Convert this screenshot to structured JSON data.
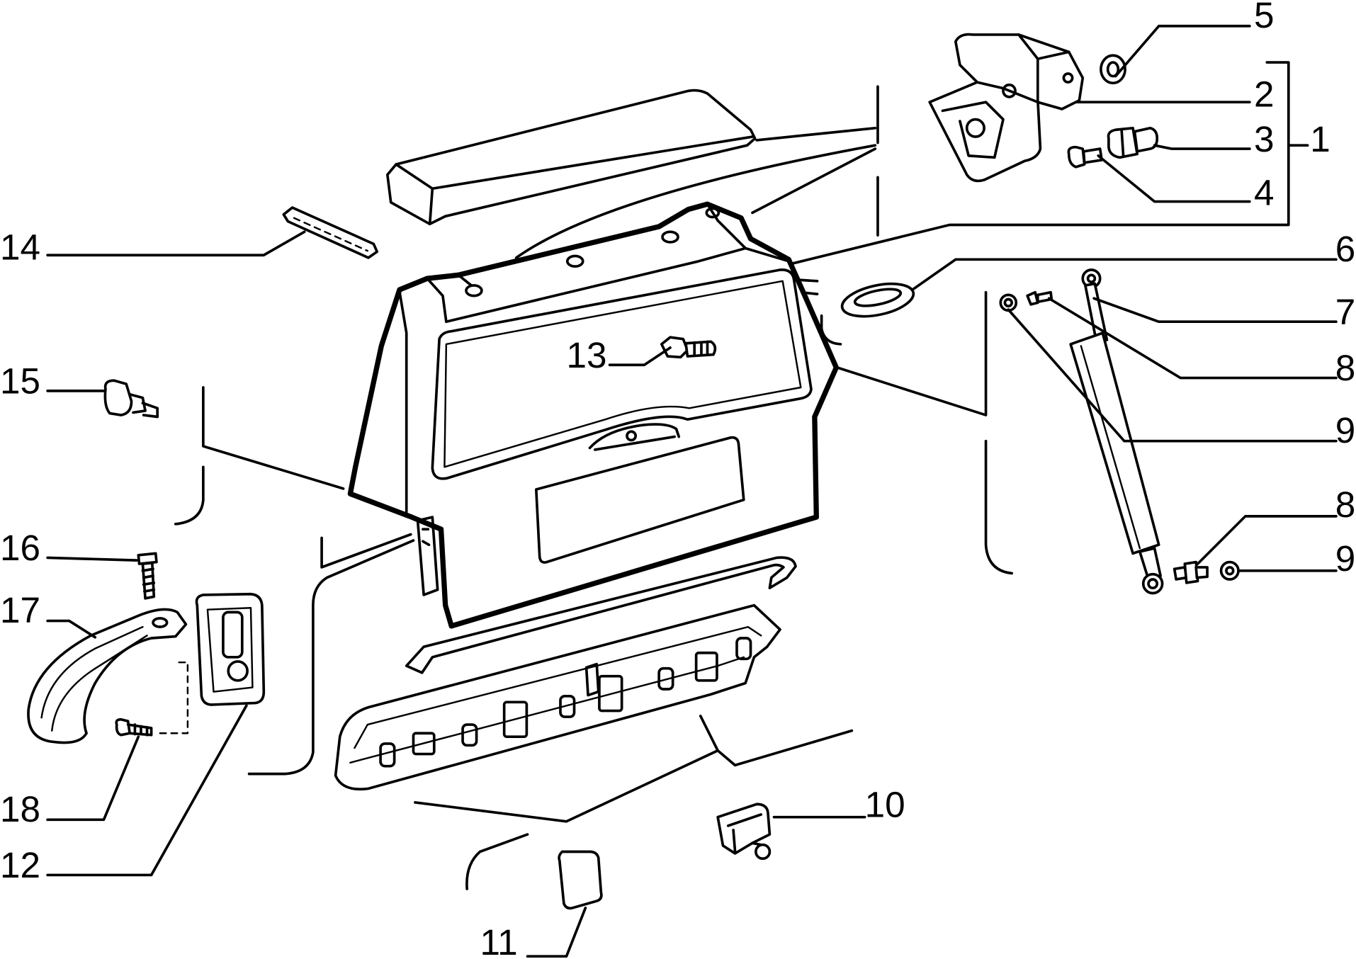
{
  "diagram": {
    "callouts": [
      "5",
      "2",
      "3",
      "1",
      "4",
      "14",
      "6",
      "7",
      "15",
      "13",
      "8",
      "9",
      "8",
      "9",
      "16",
      "17",
      "18",
      "12",
      "10",
      "11"
    ]
  },
  "colors": {
    "ink": "#000000",
    "paper": "#ffffff"
  }
}
